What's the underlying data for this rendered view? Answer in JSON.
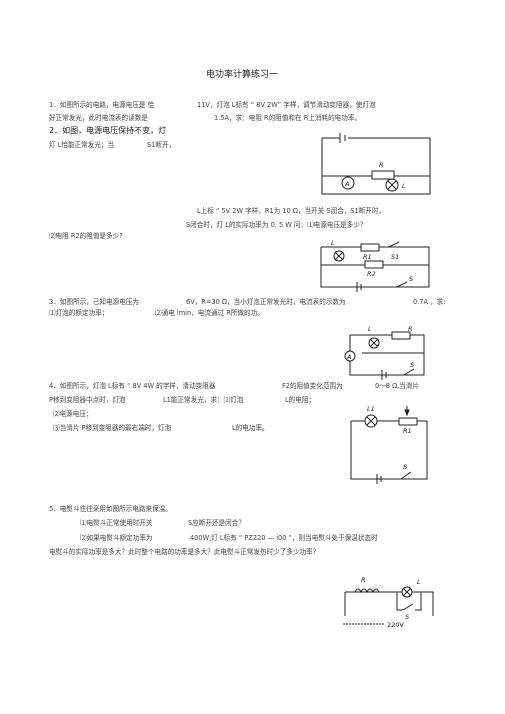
{
  "title": "电功率计算练习一",
  "q1": {
    "line1_left": "1．如图所示的电路，电源电压是 恰",
    "line1_right": "11V，灯泡 L标有 “ 8V 2W” 字样，调节滑动变阻器，使灯泡",
    "line2_left": "好正常发光，此时电流表的读数是",
    "line2_right": "1.5A，求：电阻 R的阻值和在 R上消耗的电功率。"
  },
  "q2": {
    "line1": "2．如图，电源电压保持不变，灯",
    "line2_a": "灯 L恰能正常发光；当",
    "line2_b": "S1断开，",
    "line3": "L上标 “ 5V 2W 字样，R1为 10 Ω，当开关 S闭合，S1断开时，",
    "line4": "S闭合时，灯 L的实际功率为 0. 5 W 问：⑴电源电压是多少？",
    "line5": "⑵电阻 R2的阻值是多少?"
  },
  "q3": {
    "line1_left": "3．如图所示，已知电源电压为",
    "line1_mid": "6V，R=30 Ω，当小灯泡正常发光时，电流表的示数为",
    "line1_right": "0.7A ，求:",
    "line2_a": "⑴灯泡的额定功率；",
    "line2_b": "⑵通电 lmin，电流通过 R所做的功。"
  },
  "q4": {
    "line1_left": "4．如图所示，灯泡 L标有 “ 8V 4W 的字样，滑动变阻器",
    "line1_mid": "F2的阻值变化范围为",
    "line1_right": "0～8 Ω,当滑片",
    "line2_a": "P移到变阻器中点时，灯泡",
    "line2_b": "L1能正常发光，求：⑴灯泡",
    "line2_c": "L的电阻；",
    "line3": "⑵电源电压；",
    "line4_a": "⑶当滑片 P移到变阻器的最右端时，灯泡",
    "line4_b": "L的电功率。"
  },
  "q5": {
    "line1": "5．电熨斗往往采用如图所示电路来保温。",
    "line2_a": "⑴电熨斗正常使用时开关",
    "line2_b": "S应断开还是闭合？",
    "line3_a": "⑵如果电熨斗额定功率为",
    "line3_b": "400W,灯 L标有 “ PZ220 — i00 ”，则当电熨斗处于保温状态时",
    "line4": "电熨斗的实际功率是多大？此时整个电路的功率是多大？此电熨斗正常发热时少了多少功率？"
  },
  "diagram_labels": {
    "fig1_R": "R",
    "fig1_A": "A",
    "fig1_L": "L",
    "fig2_L": "L",
    "fig2_R1": "R1",
    "fig2_S1": "S1",
    "fig2_R2": "R2",
    "fig2_S": "S",
    "fig3_L": "L",
    "fig3_R": "R",
    "fig3_A": "A",
    "fig3_S": "S",
    "fig4_L": "L1",
    "fig4_R": "R1",
    "fig4_S": "S",
    "fig5_R": "R",
    "fig5_L": "L",
    "fig5_S": "S",
    "fig5_V": "220V"
  }
}
